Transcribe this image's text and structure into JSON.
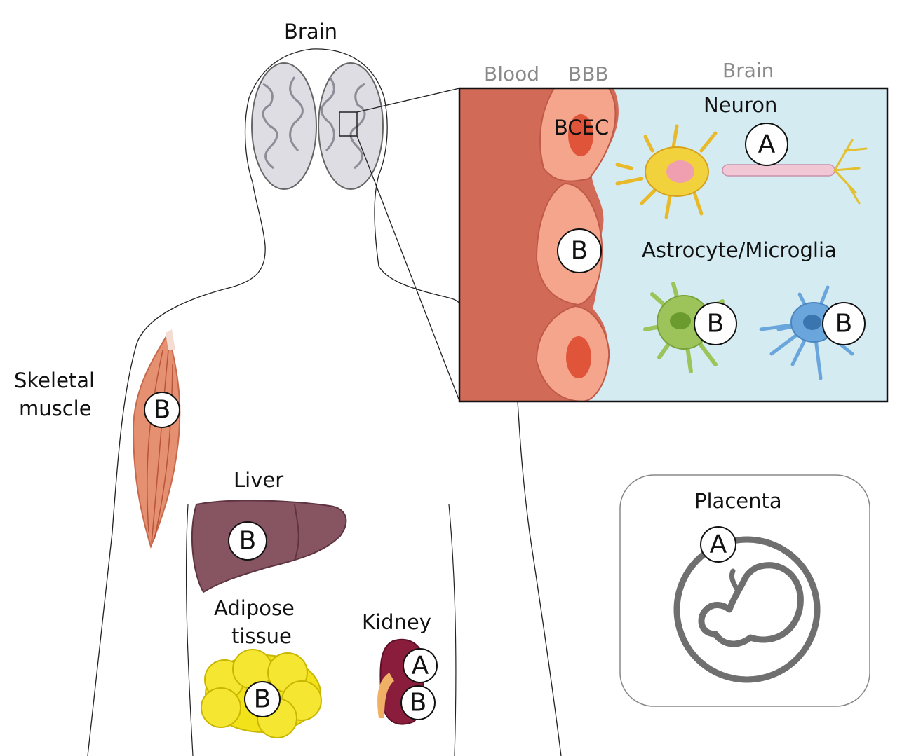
{
  "labels": {
    "brain_top": "Brain",
    "skeletal_muscle_line1": "Skeletal",
    "skeletal_muscle_line2": "muscle",
    "liver": "Liver",
    "adipose_line1": "Adipose",
    "adipose_line2": "tissue",
    "kidney": "Kidney",
    "placenta": "Placenta"
  },
  "inset": {
    "col_blood": "Blood",
    "col_bbb": "BBB",
    "col_brain": "Brain",
    "bcec": "BCEC",
    "neuron": "Neuron",
    "astro_micro": "Astrocyte/Microglia"
  },
  "badges": {
    "neuron": "A",
    "bbb_cell": "B",
    "astrocyte": "B",
    "microglia": "B",
    "muscle": "B",
    "liver": "B",
    "adipose": "B",
    "kidney_a": "A",
    "kidney_b": "B",
    "placenta": "A"
  },
  "colors": {
    "blood": "#d26a58",
    "endothelial": "#f4a58c",
    "nucleus": "#e0553a",
    "brain_bg": "#d5ebf2",
    "neuron": "#f2d23c",
    "astrocyte": "#9cc45a",
    "microglia": "#6aa6dc",
    "muscle": "#e59070",
    "liver": "#875462",
    "adipose": "#f2e21a",
    "kidney": "#8a1c3c",
    "placenta_stroke": "#6f6f6f"
  }
}
